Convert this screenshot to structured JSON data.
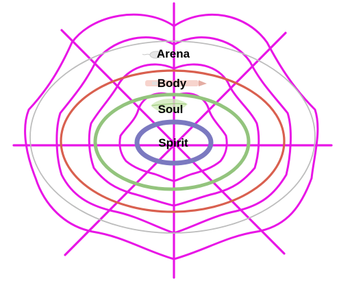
{
  "diagram": {
    "labels": {
      "arena": "Arena",
      "body": "Body",
      "soul": "Soul",
      "spirit": "Spirit"
    },
    "colors": {
      "web": "#e815e6",
      "arena_ring": "#bdbdbd",
      "body_ring": "#d9604f",
      "soul_ring": "#93c47d",
      "spirit_ring": "#7b79c0",
      "background": "#ffffff"
    },
    "icons": [
      "mouse-glyph-icon",
      "pen-glyph-icon",
      "leaf-glyph-icon"
    ]
  }
}
